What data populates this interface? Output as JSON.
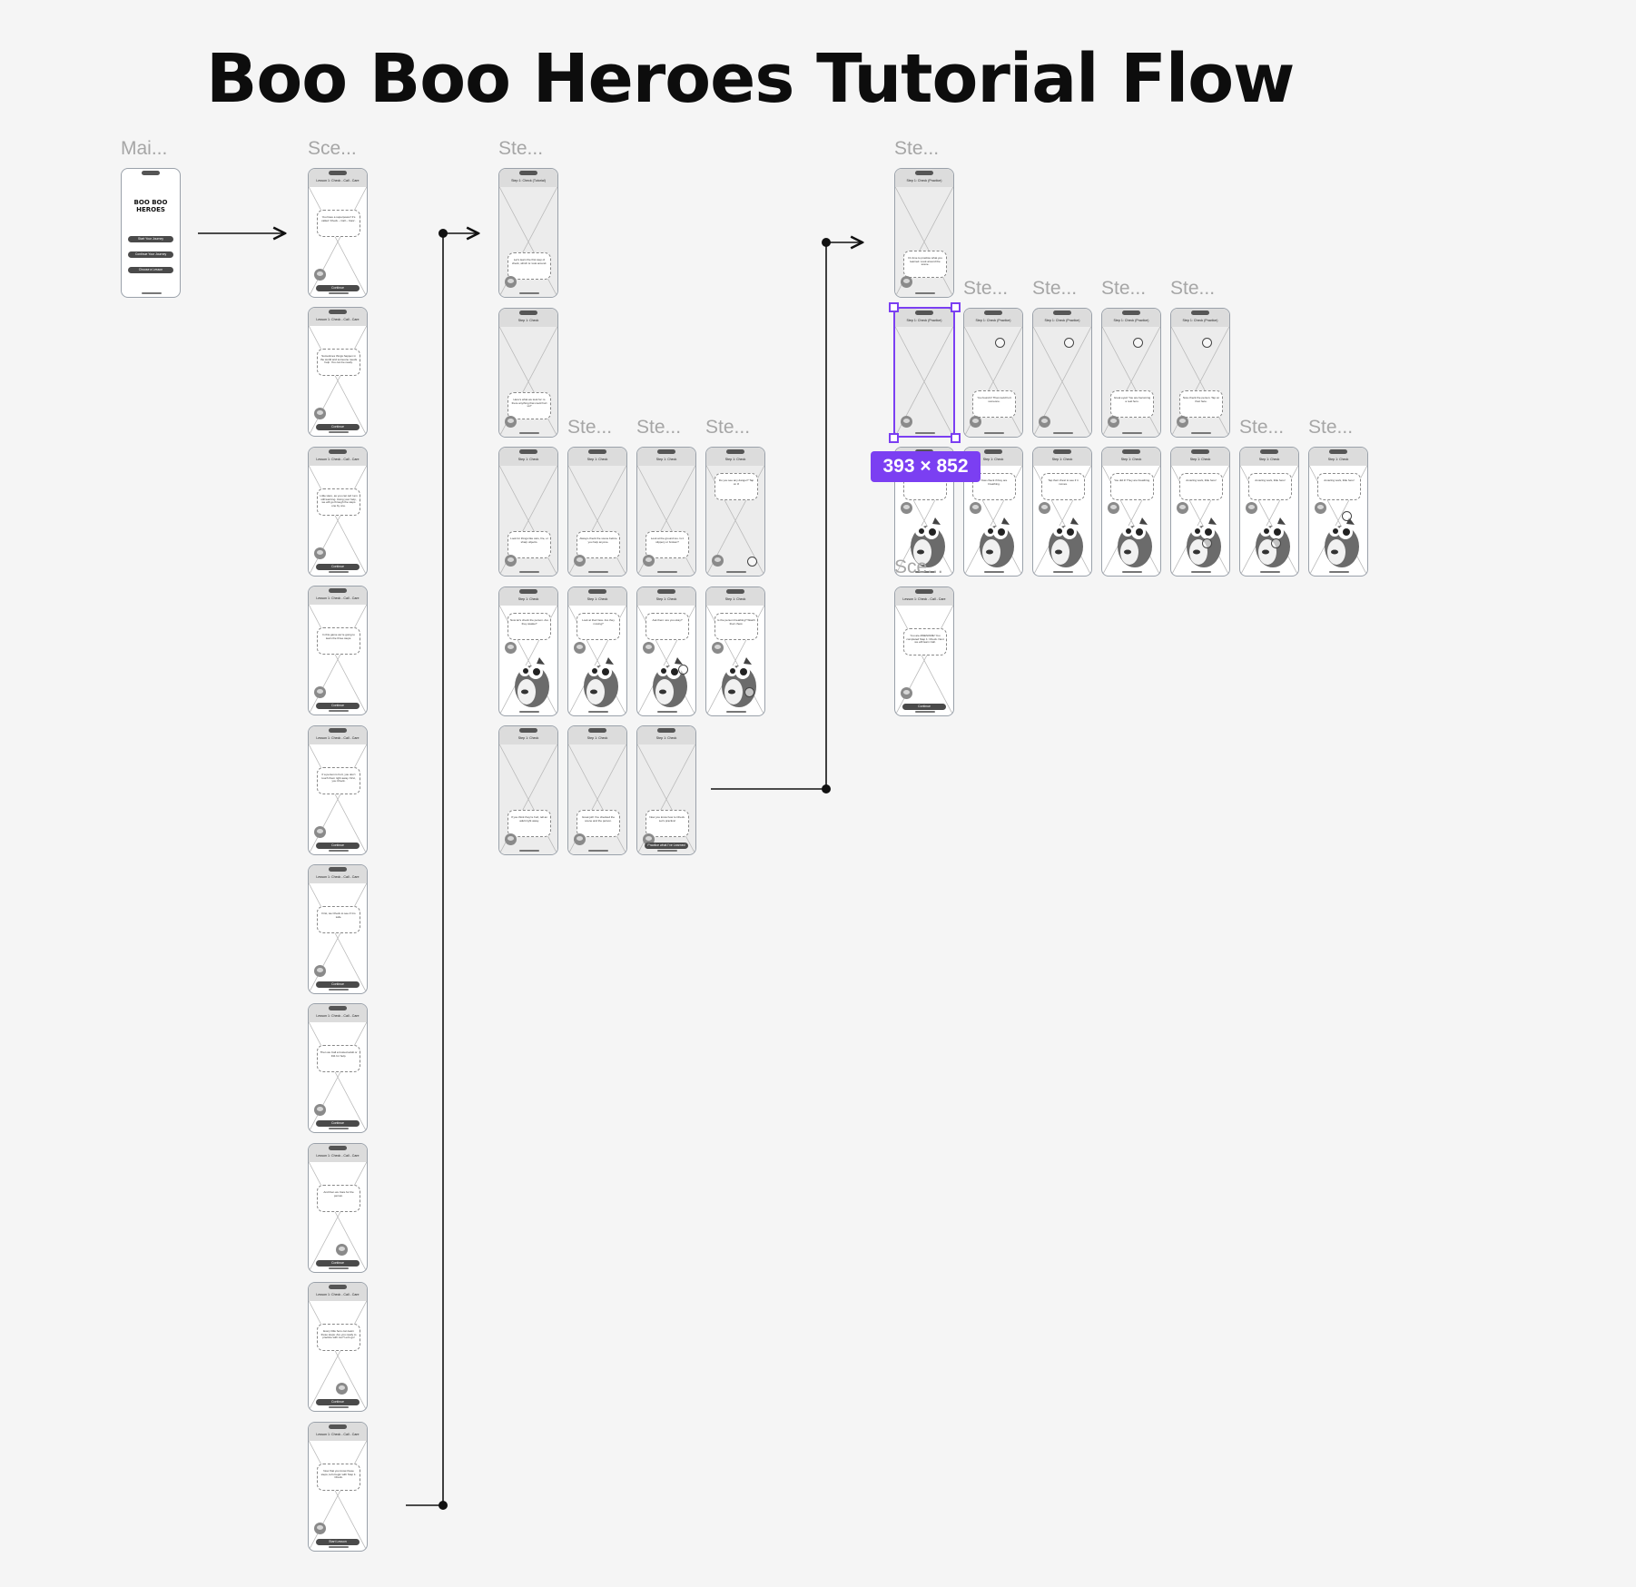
{
  "title": "Boo Boo Heroes Tutorial Flow",
  "selection": {
    "size_label": "393 × 852"
  },
  "main_frame": {
    "label": "Mai...",
    "logo": "BOO BOO HEROES",
    "buttons": [
      "Start Your Journey",
      "Continue Your Journey",
      "Choose a Lesson"
    ]
  },
  "scene_column": {
    "label": "Sce...",
    "header": "Lesson 1: Check - Call - Care",
    "frames": [
      {
        "bubble": "You have a superpower! It’s called ‘Check – Call – Care’.",
        "button": "Continue"
      },
      {
        "bubble": "Sometimes things happen in the world and someone needs help. You can be ready.",
        "button": "Continue"
      },
      {
        "bubble": "Little Hero, as you can tell I am still learning. Using your help, we will go through the steps one by one.",
        "button": "Continue"
      },
      {
        "bubble": "In this game we’re going to learn the three steps.",
        "button": "Continue"
      },
      {
        "bubble": "If a person is hurt, you don’t touch them right away. First, you Check.",
        "button": "Continue"
      },
      {
        "bubble": "First, we Check to see if it is safe.",
        "button": "Continue"
      },
      {
        "bubble": "Then we Call a trusted adult or 911 for help.",
        "button": "Continue"
      },
      {
        "bubble": "And then we Care for the person.",
        "button": "Continue"
      },
      {
        "bubble": "Every little hero can learn these steps. Are you ready to practice with me? Let’s go!",
        "button": "Continue"
      },
      {
        "bubble": "Now that you know these steps, let’s begin with Step 1: Check.",
        "button": "Start Lesson"
      }
    ]
  },
  "step_group": {
    "label": "Ste...",
    "header": "Step 1: Check",
    "tutorial_header": "Step 1: Check (Tutorial)",
    "frames": [
      {
        "bubble": "Let’s learn the first step of check, which is: look around."
      },
      {
        "bubble": "Here’s what we look for: is there anything that could hurt us?"
      },
      {
        "bubble": "Look for things like cars, fire, or sharp objects."
      },
      {
        "bubble": "Always check the scene before you help anyone."
      },
      {
        "bubble": "Look at the ground too. Is it slippery or broken?"
      },
      {
        "bubble": "Do you see any danger? Tap on it!"
      },
      {
        "bubble": "Now let’s check the person. Are they awake?"
      },
      {
        "bubble": "Look at their face. Are they moving?"
      },
      {
        "bubble": "Ask them: are you okay?"
      },
      {
        "bubble": "Is the person breathing? Watch their chest."
      },
      {
        "bubble": "If you think they’re hurt, tell an adult right away."
      },
      {
        "bubble": "Great job! You checked the scene and the person."
      },
      {
        "bubble": "Now you know how to Check. Let’s practice!",
        "button": "Practice what I’ve Learned"
      }
    ]
  },
  "practice_group": {
    "label": "Ste...",
    "practice_header": "Step 1: Check (Practice)",
    "header": "Step 1: Check",
    "frames": [
      {
        "bubble": "It’s time to practice what you learned. Look around the scene."
      },
      {
        "bubble": "Tap on anything that looks dangerous."
      },
      {
        "bubble": "You found it! That could hurt someone."
      },
      {
        "bubble": "Keep looking. Is there more danger?"
      },
      {
        "bubble": "Great eyes! You are becoming a real hero."
      },
      {
        "bubble": "Now check the person. Tap on their face."
      },
      {
        "bubble": "Good! Are they awake?"
      },
      {
        "bubble": "Now check if they are breathing."
      },
      {
        "bubble": "Tap their chest to see if it moves."
      },
      {
        "bubble": "You did it! They are breathing."
      },
      {
        "bubble": "Amazing work, little hero!"
      }
    ],
    "final": {
      "header": "Lesson 1: Check - Call - Care",
      "bubble": "You are AWESOME! You completed Step 1: Check. Next we will learn Call.",
      "button": "Continue",
      "label": "Sce..."
    }
  }
}
